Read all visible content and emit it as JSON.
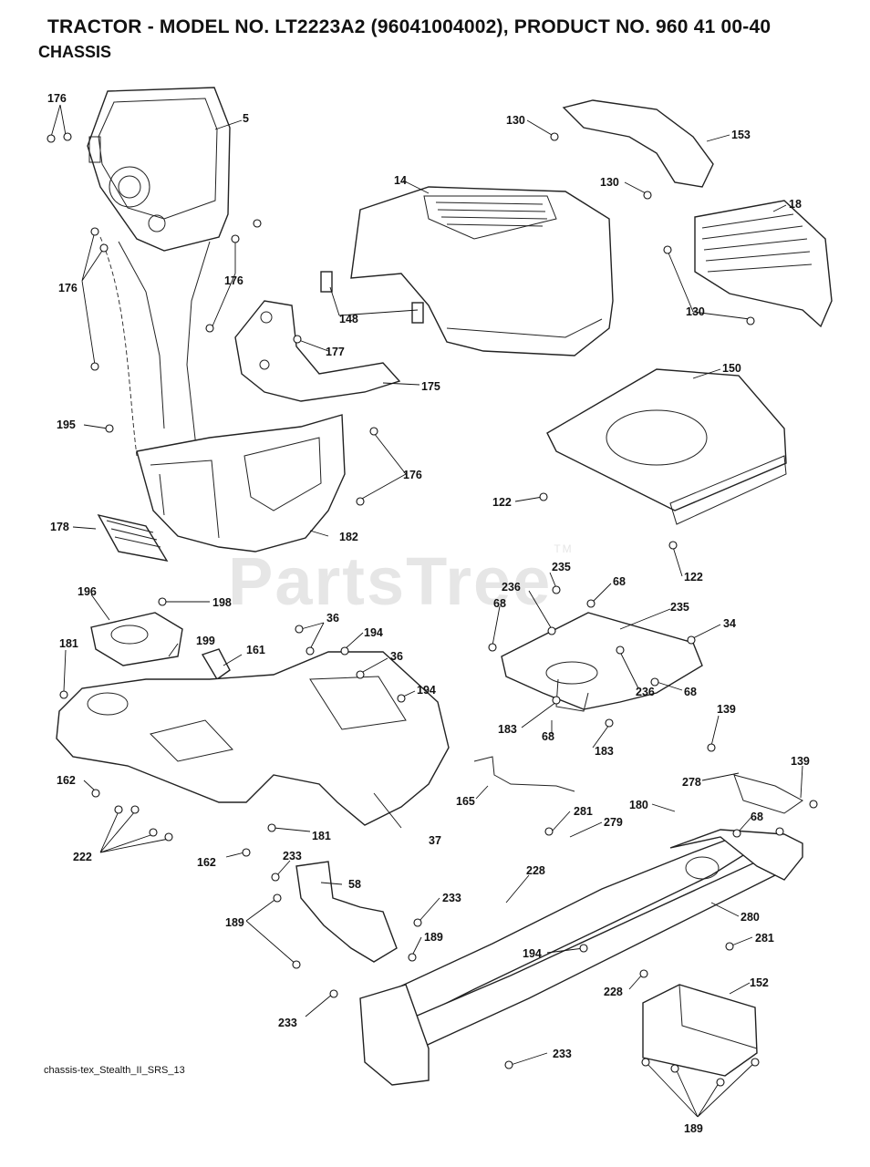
{
  "header": {
    "title": "TRACTOR - MODEL NO. LT2223A2 (96041004002), PRODUCT NO. 960 41 00-40",
    "subtitle": "CHASSIS"
  },
  "watermark": {
    "text": "PartsTree",
    "mark": "TM"
  },
  "footer": {
    "filename": "chassis-tex_Stealth_II_SRS_13"
  },
  "callouts": {
    "c5": "5",
    "c14": "14",
    "c18": "18",
    "c34": "34",
    "c37": "37",
    "c58": "58",
    "c68a": "68",
    "c68b": "68",
    "c68c": "68",
    "c68d": "68",
    "c68e": "68",
    "c122a": "122",
    "c122b": "122",
    "c130a": "130",
    "c130b": "130",
    "c130c": "130",
    "c139a": "139",
    "c139b": "139",
    "c148": "148",
    "c150": "150",
    "c152": "152",
    "c153": "153",
    "c161": "161",
    "c162a": "162",
    "c162b": "162",
    "c165": "165",
    "c175": "175",
    "c176a": "176",
    "c176b": "176",
    "c176c": "176",
    "c176d": "176",
    "c177": "177",
    "c178": "178",
    "c180": "180",
    "c181a": "181",
    "c181b": "181",
    "c182": "182",
    "c183a": "183",
    "c183b": "183",
    "c189a": "189",
    "c189b": "189",
    "c189c": "189",
    "c194a": "194",
    "c194b": "194",
    "c194c": "194",
    "c195": "195",
    "c196": "196",
    "c198": "198",
    "c199": "199",
    "c222": "222",
    "c228a": "228",
    "c228b": "228",
    "c233a": "233",
    "c233b": "233",
    "c233c": "233",
    "c233d": "233",
    "c235a": "235",
    "c235b": "235",
    "c236a": "236",
    "c236b": "236",
    "c278": "278",
    "c279": "279",
    "c280": "280",
    "c281a": "281",
    "c281b": "281",
    "c36a": "36",
    "c36b": "36"
  }
}
